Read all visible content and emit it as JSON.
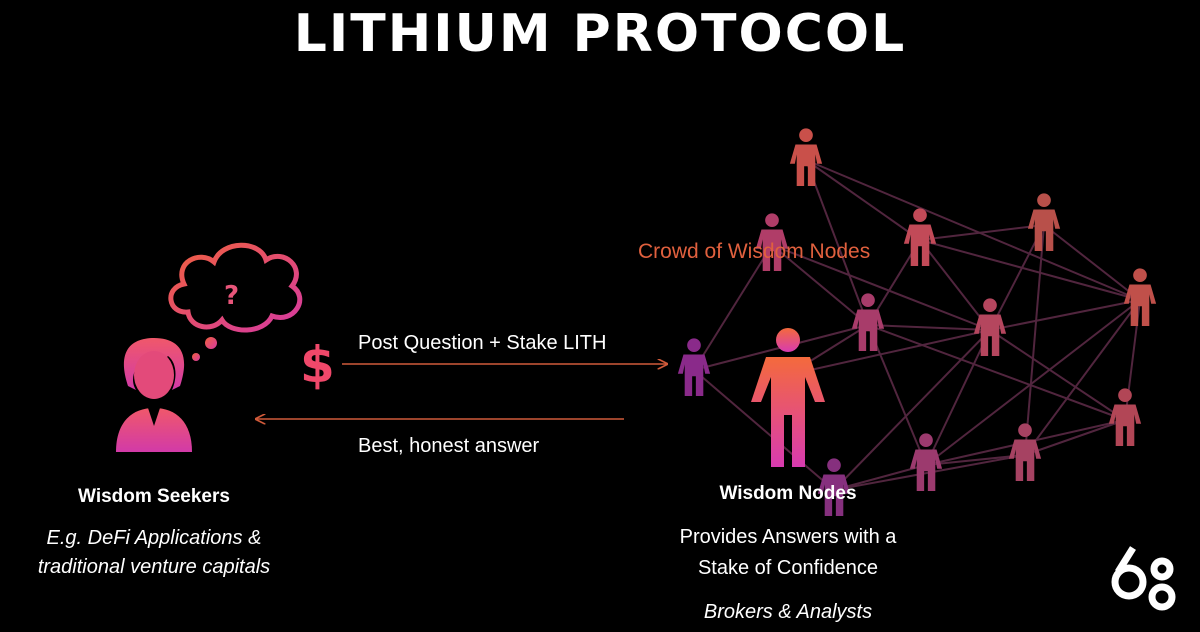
{
  "title": "LITHIUM PROTOCOL",
  "crowd_label": "Crowd of Wisdom Nodes",
  "arrow_top": {
    "label": "Post Question + Stake LITH"
  },
  "arrow_bottom": {
    "label": "Best, honest answer"
  },
  "seekers": {
    "name": "Wisdom Seekers",
    "description_line1": "E.g. DeFi Applications &",
    "description_line2": "traditional venture capitals"
  },
  "nodes": {
    "name": "Wisdom Nodes",
    "description_line1": "Provides Answers with a",
    "description_line2": "Stake of Confidence",
    "subtext": "Brokers & Analysts"
  },
  "question_symbol": "?",
  "stake_symbol": "$",
  "colors": {
    "background": "#000000",
    "text": "#ffffff",
    "accent_orange": "#e0603e",
    "accent_pink": "#e040a0",
    "network_line": "#5a2a45"
  },
  "icons": [
    "thought-bubble-icon",
    "woman-icon",
    "dollar-icon",
    "person-icon",
    "logo-icon"
  ]
}
